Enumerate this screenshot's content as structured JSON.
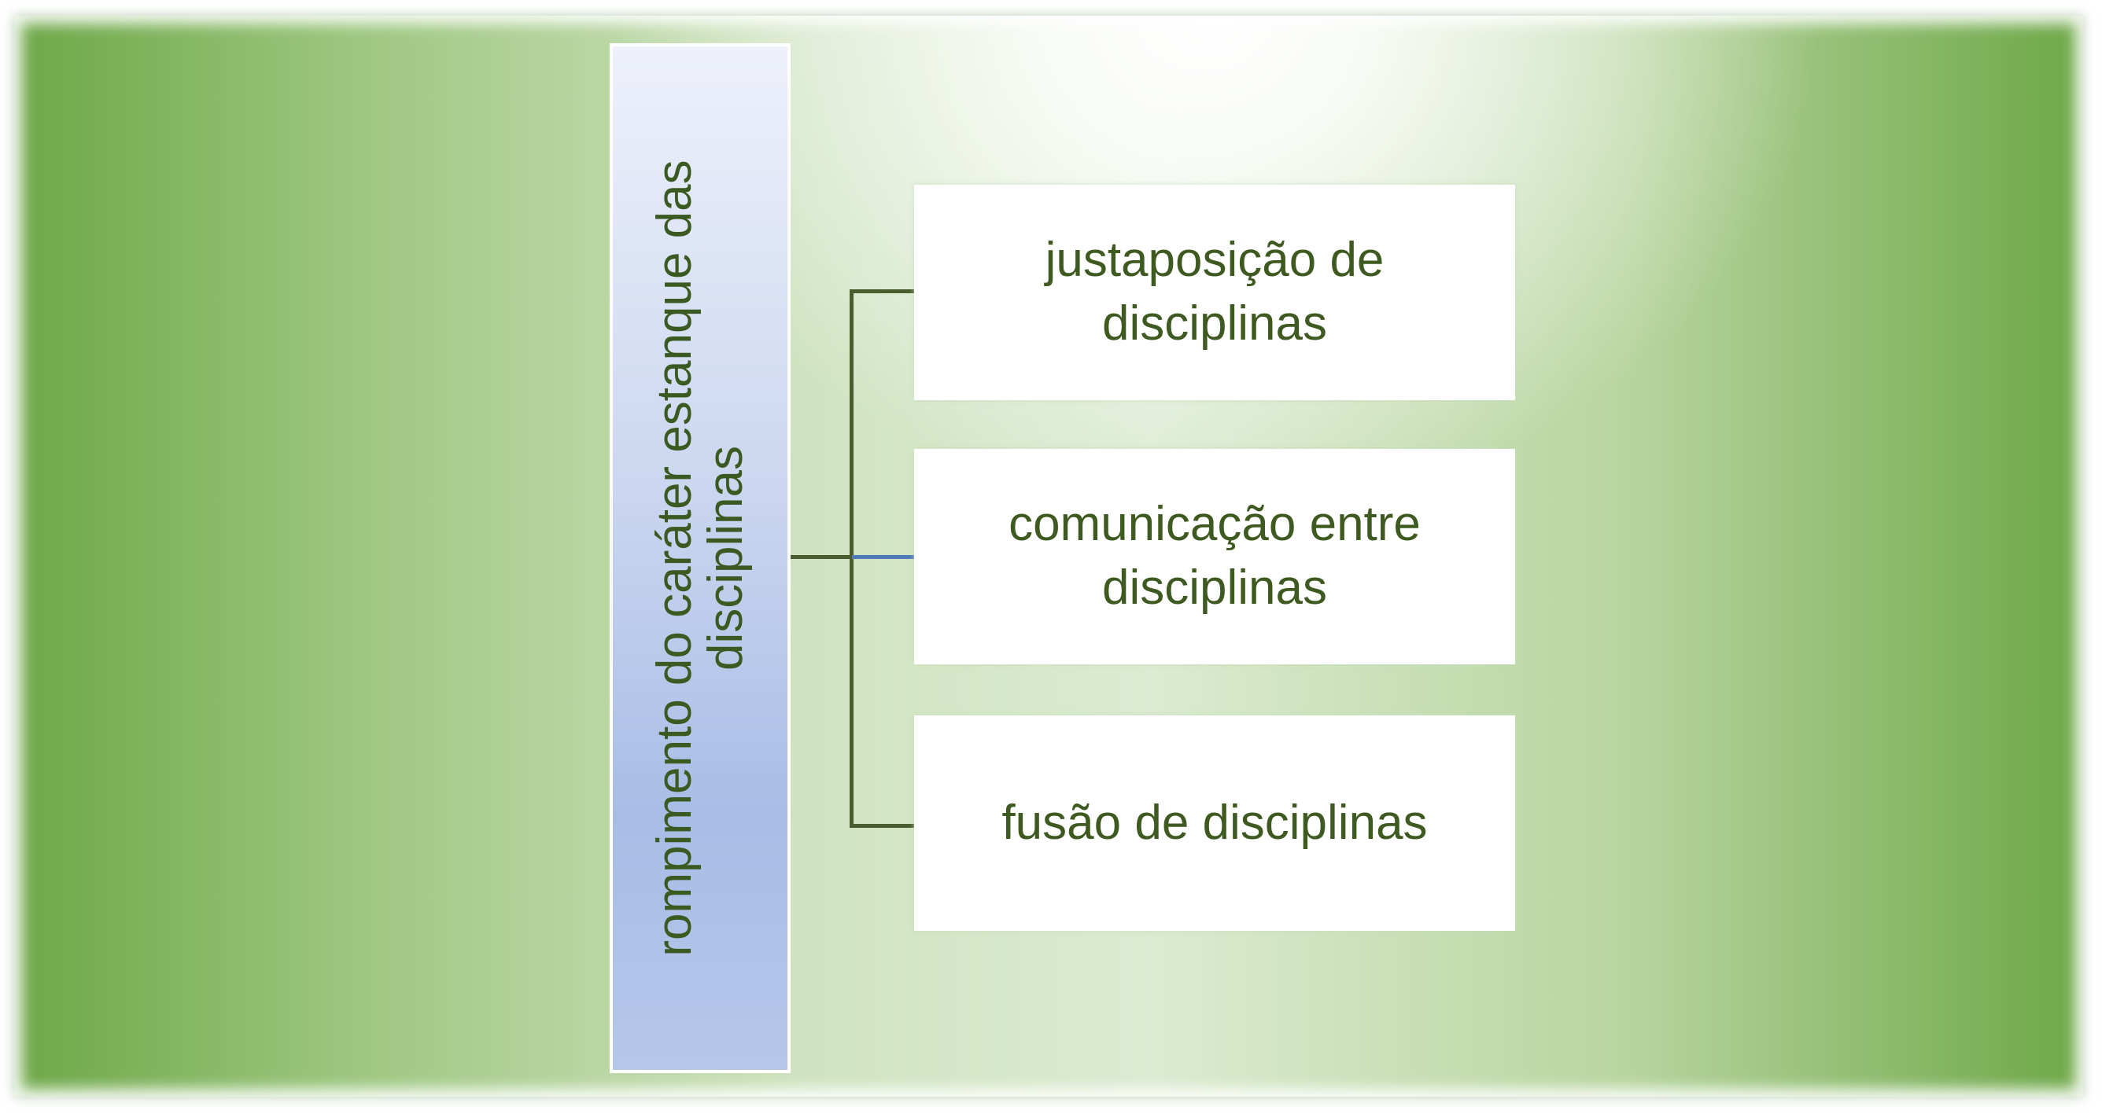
{
  "diagram": {
    "root": {
      "label": "rompimento do caráter estanque das disciplinas"
    },
    "children": [
      {
        "label": "justaposição de disciplinas"
      },
      {
        "label": "comunicação entre disciplinas"
      },
      {
        "label": "fusão de disciplinas"
      }
    ],
    "colors": {
      "background_edge": "#6ea747",
      "background_center": "#ffffff",
      "root_fill": "#a8bde6",
      "child_fill": "#ffffff",
      "text": "#3f5a21",
      "connector": "#4a5d2e",
      "connector_accent": "#4f79b7"
    }
  }
}
